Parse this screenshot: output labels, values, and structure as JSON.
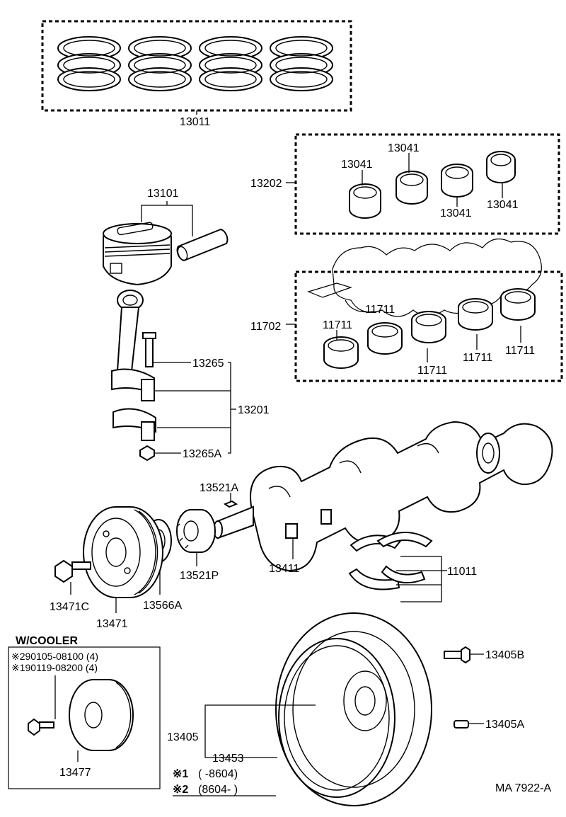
{
  "labels": {
    "piston_rings": "13011",
    "piston": "13101",
    "upper_bearing_set": "13202",
    "upper_bearing_1": "13041",
    "upper_bearing_2": "13041",
    "upper_bearing_3": "13041",
    "upper_bearing_4": "13041",
    "main_bearing_set": "11702",
    "main_bearing_1": "11711",
    "main_bearing_2": "11711",
    "main_bearing_3": "11711",
    "main_bearing_4": "11711",
    "main_bearing_5": "11711",
    "conrod_bolt": "13265",
    "conrod_assy": "13201",
    "conrod_nut": "13265A",
    "key": "13521A",
    "crankshaft": "13411",
    "thrust_washers": "11011",
    "timing_gear": "13521P",
    "pulley_bolt": "13471C",
    "crank_pulley": "13471",
    "washer": "13566A",
    "flywheel_bolt": "13405B",
    "flywheel": "13405",
    "dowel_pin": "13405A",
    "ring_gear": "13453",
    "cooler_pulley": "13477"
  },
  "cooler_box": {
    "title": "W/COOLER",
    "note1": "※290105-08100 (4)",
    "note2": "※190119-08200 (4)"
  },
  "footnotes": {
    "note1_mark": "※1",
    "note1_text": "(     -8604)",
    "note2_mark": "※2",
    "note2_text": "(8604-        )"
  },
  "figure_code": "MA 7922-A"
}
